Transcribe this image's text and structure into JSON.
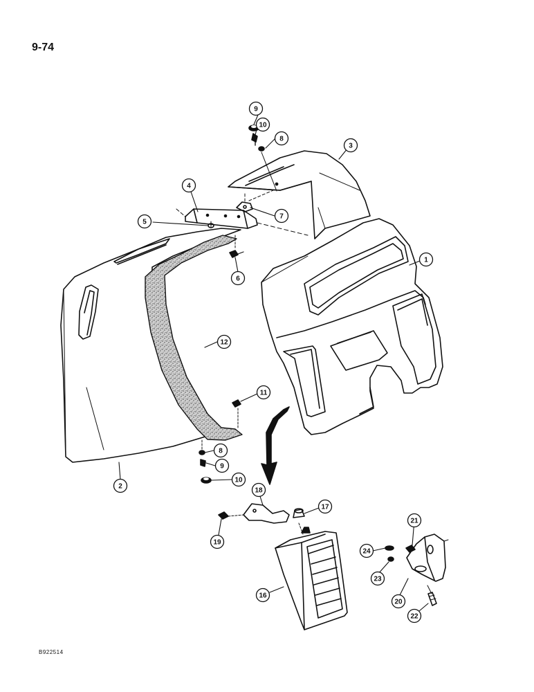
{
  "page": {
    "number": "9-74",
    "drawing_code": "B922514"
  },
  "colors": {
    "ink": "#111111",
    "paper": "#ffffff",
    "gasket": "#888888"
  },
  "callouts": [
    {
      "id": "c1",
      "label": "1"
    },
    {
      "id": "c2",
      "label": "2"
    },
    {
      "id": "c3",
      "label": "3"
    },
    {
      "id": "c4",
      "label": "4"
    },
    {
      "id": "c5",
      "label": "5"
    },
    {
      "id": "c6",
      "label": "6"
    },
    {
      "id": "c7",
      "label": "7"
    },
    {
      "id": "c8a",
      "label": "8"
    },
    {
      "id": "c9a",
      "label": "9"
    },
    {
      "id": "c10a",
      "label": "10"
    },
    {
      "id": "c8b",
      "label": "8"
    },
    {
      "id": "c9b",
      "label": "9"
    },
    {
      "id": "c10b",
      "label": "10"
    },
    {
      "id": "c11",
      "label": "11"
    },
    {
      "id": "c12",
      "label": "12"
    },
    {
      "id": "c16",
      "label": "16"
    },
    {
      "id": "c17",
      "label": "17"
    },
    {
      "id": "c18",
      "label": "18"
    },
    {
      "id": "c19",
      "label": "19"
    },
    {
      "id": "c20",
      "label": "20"
    },
    {
      "id": "c21",
      "label": "21"
    },
    {
      "id": "c22",
      "label": "22"
    },
    {
      "id": "c23",
      "label": "23"
    },
    {
      "id": "c24",
      "label": "24"
    }
  ]
}
